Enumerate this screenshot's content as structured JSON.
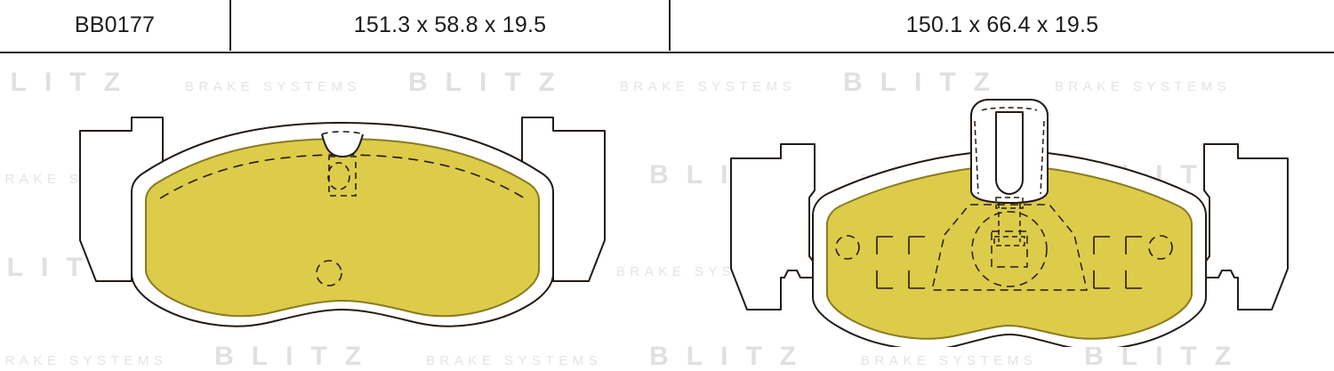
{
  "header": {
    "part_code": "BB0177",
    "dimensions_left": "151.3 x 58.8 x 19.5",
    "dimensions_right": "150.1 x 66.4 x 19.5"
  },
  "watermark": {
    "brand": "BLITZ",
    "tagline": "BRAKE SYSTEMS",
    "color": "#e2e2e2"
  },
  "colors": {
    "friction_material": "#ddcc4a",
    "friction_material_edge": "#8a7a20",
    "outline": "#231a14",
    "backing_plate": "#ffffff",
    "rule": "#231a14",
    "text": "#1b1b1b"
  },
  "drawings": {
    "left_pad": {
      "label": "brake-pad-front-view-left",
      "has_wear_sensor_slot": true,
      "has_dashed_circle_marking": true,
      "mounting_ears": 2
    },
    "right_pad": {
      "label": "brake-pad-front-view-right",
      "has_center_tab": true,
      "has_dashed_technical_markings": true,
      "mounting_ears": 2,
      "rivet_holes": 2
    }
  }
}
